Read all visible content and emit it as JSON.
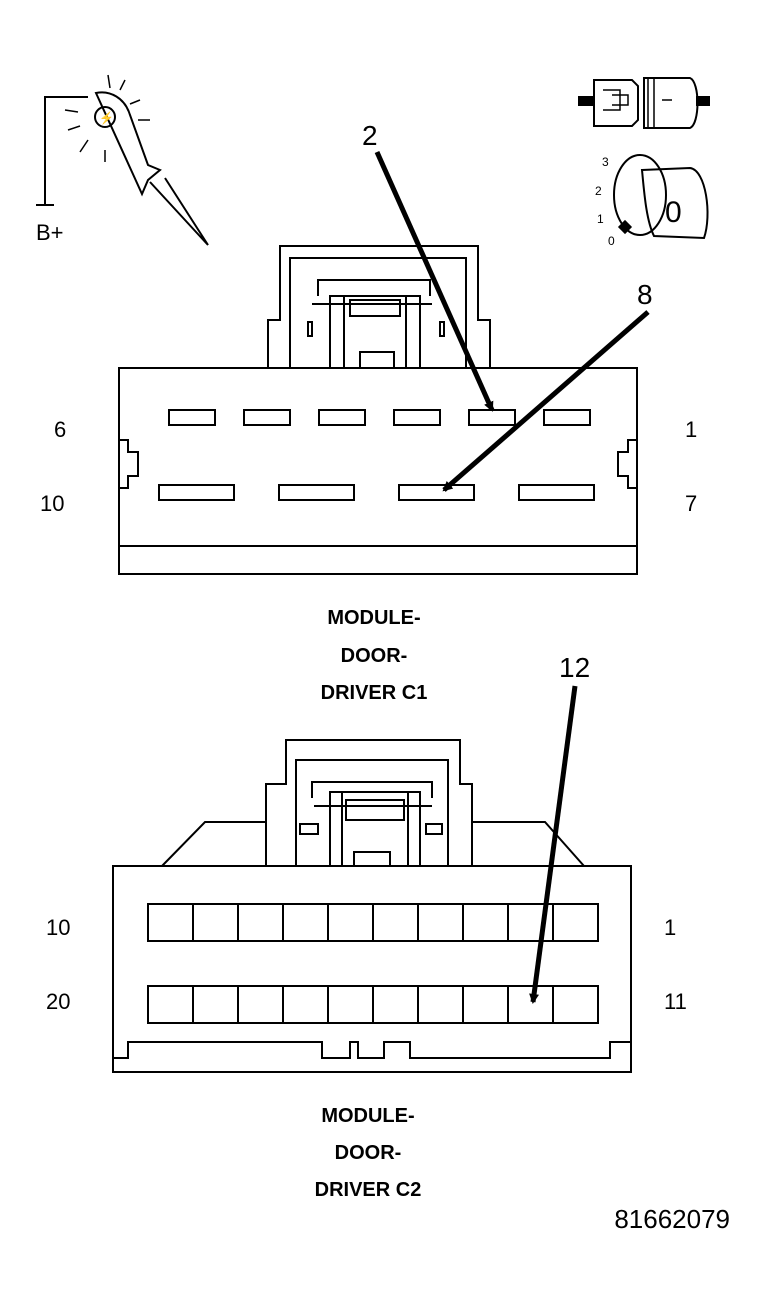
{
  "probe_icon": {
    "supply_label": "B+"
  },
  "key_icon": {
    "positions": [
      "3",
      "2",
      "1",
      "0"
    ],
    "key_label": "0"
  },
  "c1": {
    "caption_lines": [
      "MODULE-",
      "DOOR-",
      "DRIVER C1"
    ],
    "pin_labels": {
      "top_left": "6",
      "top_right": "1",
      "bottom_left": "10",
      "bottom_right": "7"
    },
    "callouts": [
      "2",
      "8"
    ]
  },
  "c2": {
    "caption_lines": [
      "MODULE-",
      "DOOR-",
      "DRIVER C2"
    ],
    "pin_labels": {
      "top_left": "10",
      "top_right": "1",
      "bottom_left": "20",
      "bottom_right": "11"
    },
    "callouts": [
      "12"
    ]
  },
  "figure_number": "81662079"
}
